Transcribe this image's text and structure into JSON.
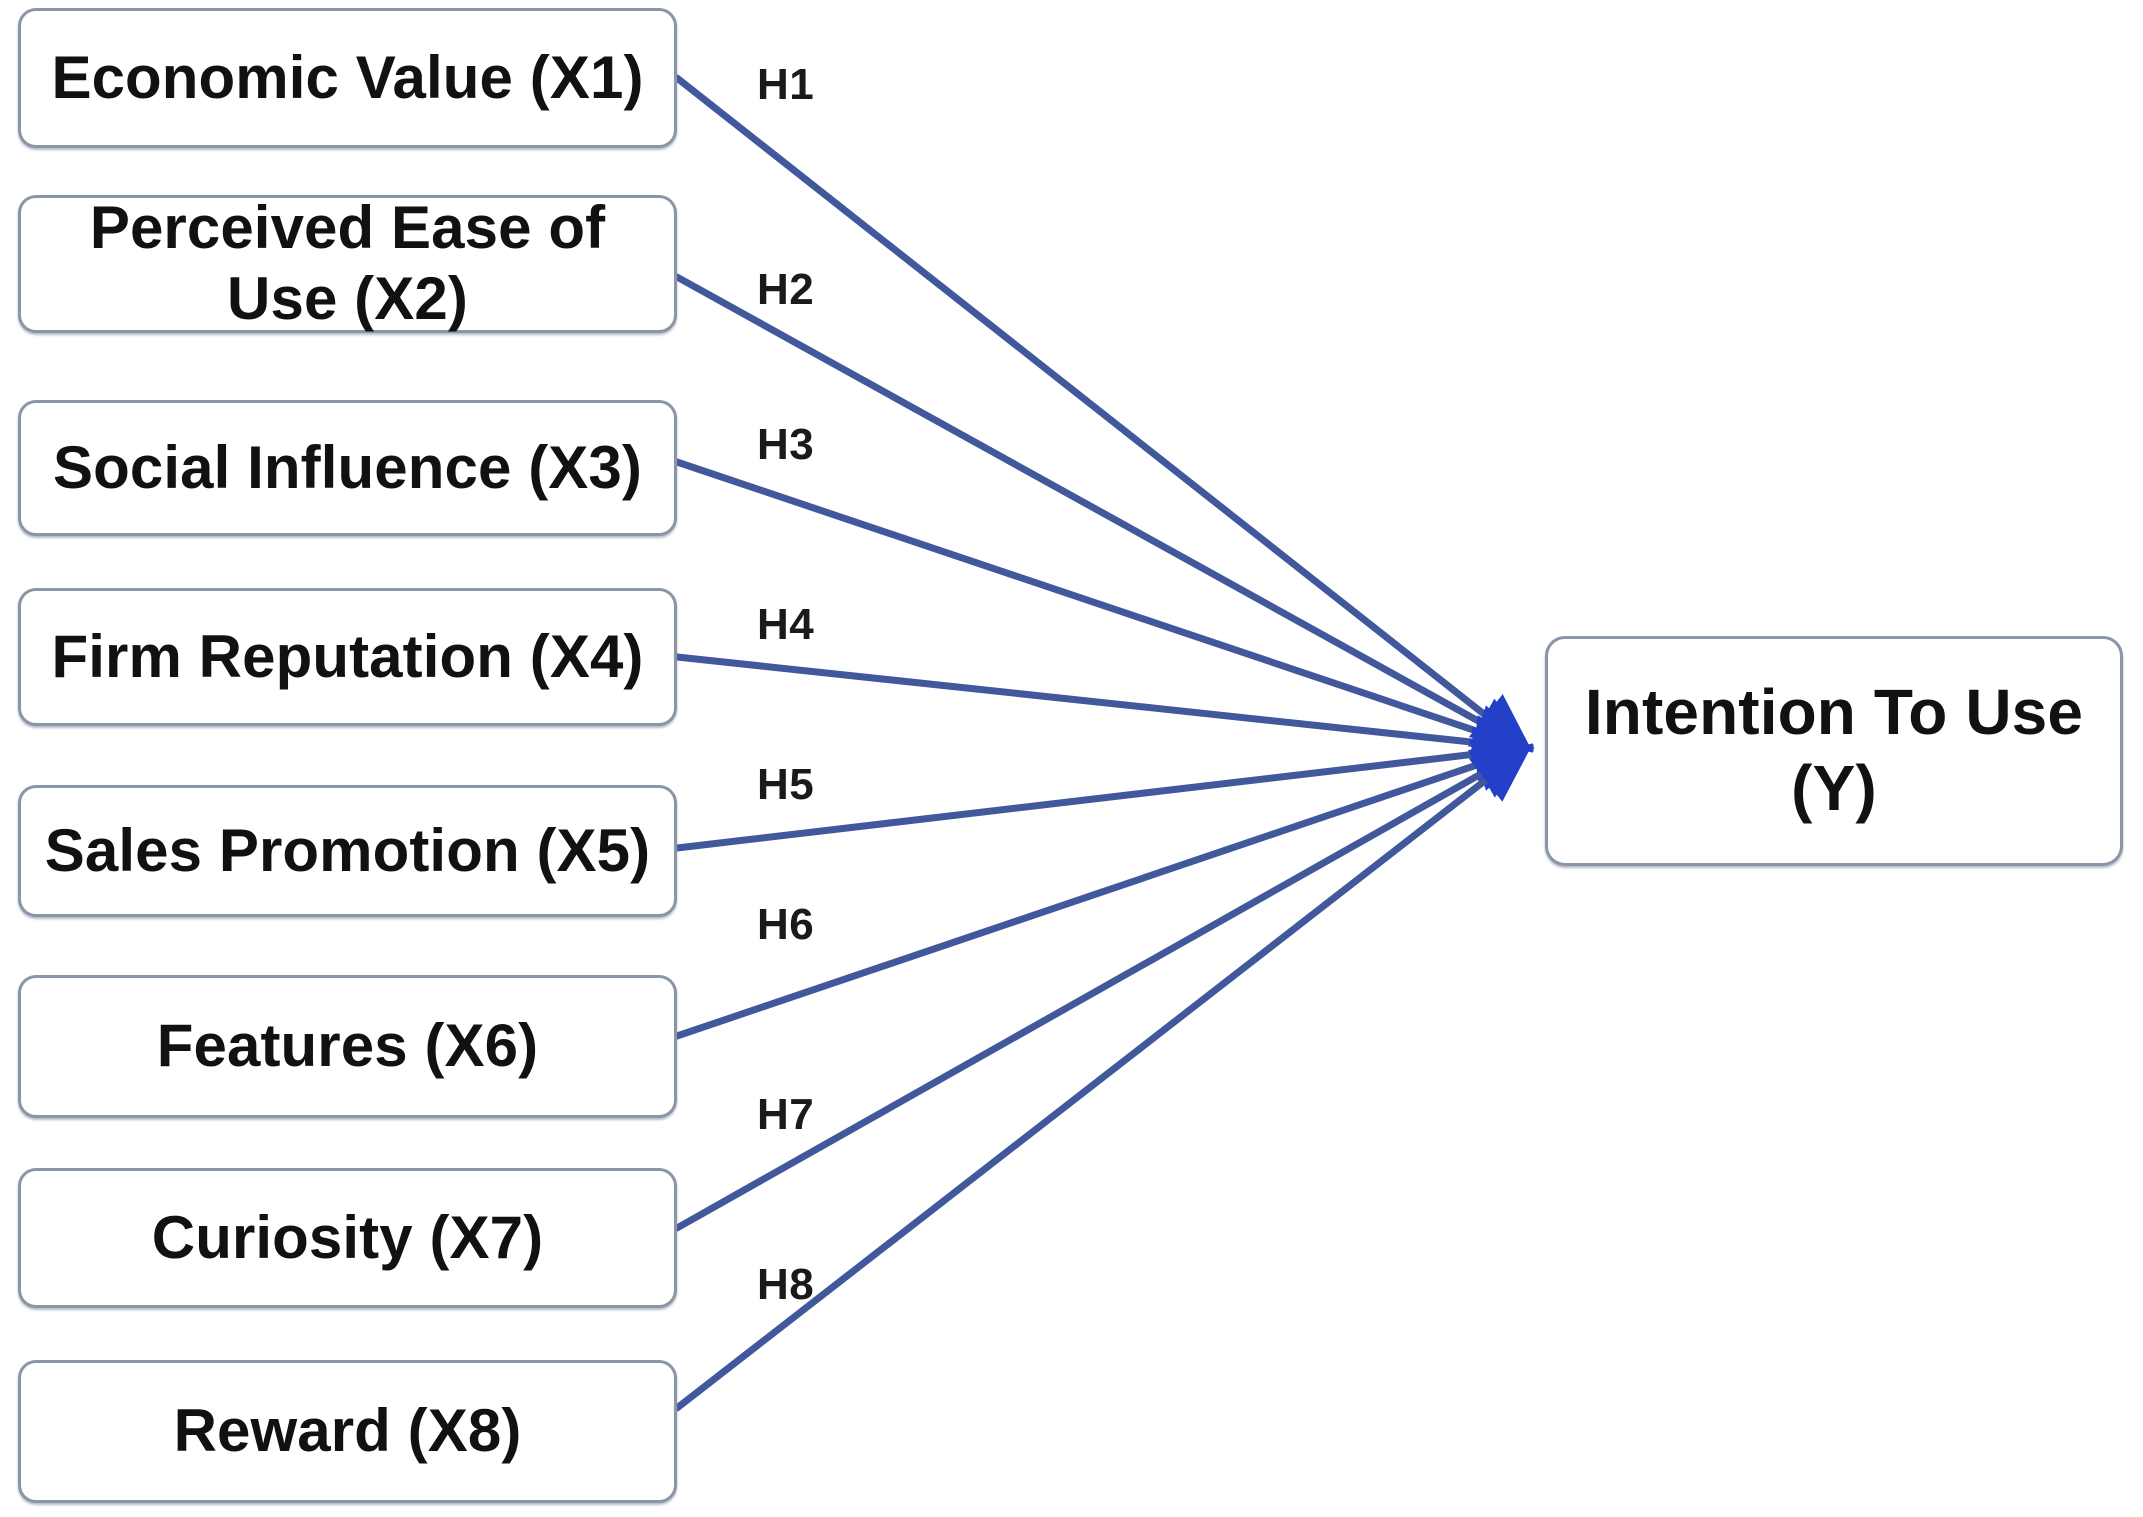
{
  "diagram": {
    "type": "research-model",
    "title": "Research Model - Intention To Use",
    "colors": {
      "box_border": "#8a95a8",
      "box_fill": "#ffffff",
      "arrow": "#41589c",
      "text": "#111111",
      "background": "#ffffff"
    },
    "predictors": [
      {
        "id": "X1",
        "label": "Economic Value (X1)"
      },
      {
        "id": "X2",
        "label": "Perceived Ease of\nUse (X2)"
      },
      {
        "id": "X3",
        "label": "Social Influence (X3)"
      },
      {
        "id": "X4",
        "label": "Firm Reputation (X4)"
      },
      {
        "id": "X5",
        "label": "Sales Promotion (X5)"
      },
      {
        "id": "X6",
        "label": "Features (X6)"
      },
      {
        "id": "X7",
        "label": "Curiosity (X7)"
      },
      {
        "id": "X8",
        "label": "Reward (X8)"
      }
    ],
    "outcome": {
      "id": "Y",
      "label": "Intention To Use\n(Y)"
    },
    "hypotheses": [
      {
        "id": "H1",
        "label": "H1",
        "from": "X1",
        "to": "Y"
      },
      {
        "id": "H2",
        "label": "H2",
        "from": "X2",
        "to": "Y"
      },
      {
        "id": "H3",
        "label": "H3",
        "from": "X3",
        "to": "Y"
      },
      {
        "id": "H4",
        "label": "H4",
        "from": "X4",
        "to": "Y"
      },
      {
        "id": "H5",
        "label": "H5",
        "from": "X5",
        "to": "Y"
      },
      {
        "id": "H6",
        "label": "H6",
        "from": "X6",
        "to": "Y"
      },
      {
        "id": "H7",
        "label": "H7",
        "from": "X7",
        "to": "Y"
      },
      {
        "id": "H8",
        "label": "H8",
        "from": "X8",
        "to": "Y"
      }
    ]
  }
}
